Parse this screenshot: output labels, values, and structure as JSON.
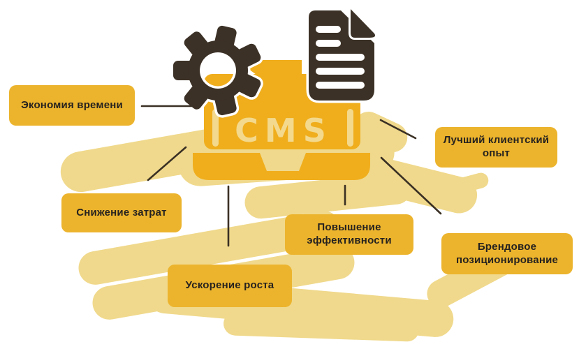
{
  "colors": {
    "background": "#ffffff",
    "box_fill": "#ecb42d",
    "laptop_gold": "#f0ae1d",
    "pale_stroke": "#f0d98c",
    "icon_dark": "#3c3126",
    "line_color": "#3a3024",
    "text_dark": "#26221f",
    "cms_text": "#f3d98d"
  },
  "center_icon": {
    "cms_label": "CMS",
    "icons": [
      "gear-icon",
      "document-icon",
      "laptop-icon"
    ]
  },
  "labels": [
    {
      "id": "time-saving",
      "text": "Экономия времени"
    },
    {
      "id": "cost-reduction",
      "text": "Снижение затрат"
    },
    {
      "id": "growth-acceleration",
      "text": "Ускорение роста"
    },
    {
      "id": "efficiency-increase",
      "text": "Повышение эффективности"
    },
    {
      "id": "best-customer-experience",
      "text": "Лучший клиентский опыт"
    },
    {
      "id": "brand-positioning",
      "text": "Брендовое позиционирование"
    }
  ]
}
